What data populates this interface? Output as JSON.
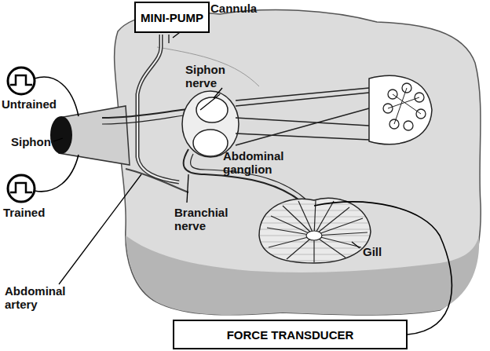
{
  "diagram": {
    "nodes": [
      {
        "text": [
          "MINI-PUMP"
        ]
      },
      {
        "text": [
          "FORCE TRANSDUCER"
        ]
      }
    ],
    "labels": [
      "Cannula",
      "Untrained",
      "Siphon",
      "Trained",
      "Siphon nerve",
      "Abdominal ganglion",
      "Branchial nerve",
      "Gill",
      "Abdominal artery"
    ]
  }
}
